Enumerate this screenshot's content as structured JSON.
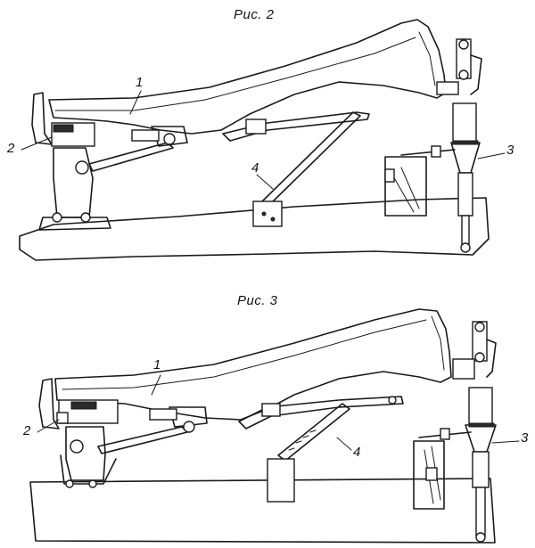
{
  "figures": [
    {
      "caption": "Рис. 2",
      "callouts": {
        "frame": "1",
        "bumper": "2",
        "shock_absorber": "3",
        "strut": "4"
      }
    },
    {
      "caption": "Рис. 3",
      "callouts": {
        "frame": "1",
        "bumper": "2",
        "shock_absorber": "3",
        "strut": "4"
      }
    }
  ],
  "colors": {
    "ink": "#1a1a1a",
    "background": "#ffffff"
  }
}
